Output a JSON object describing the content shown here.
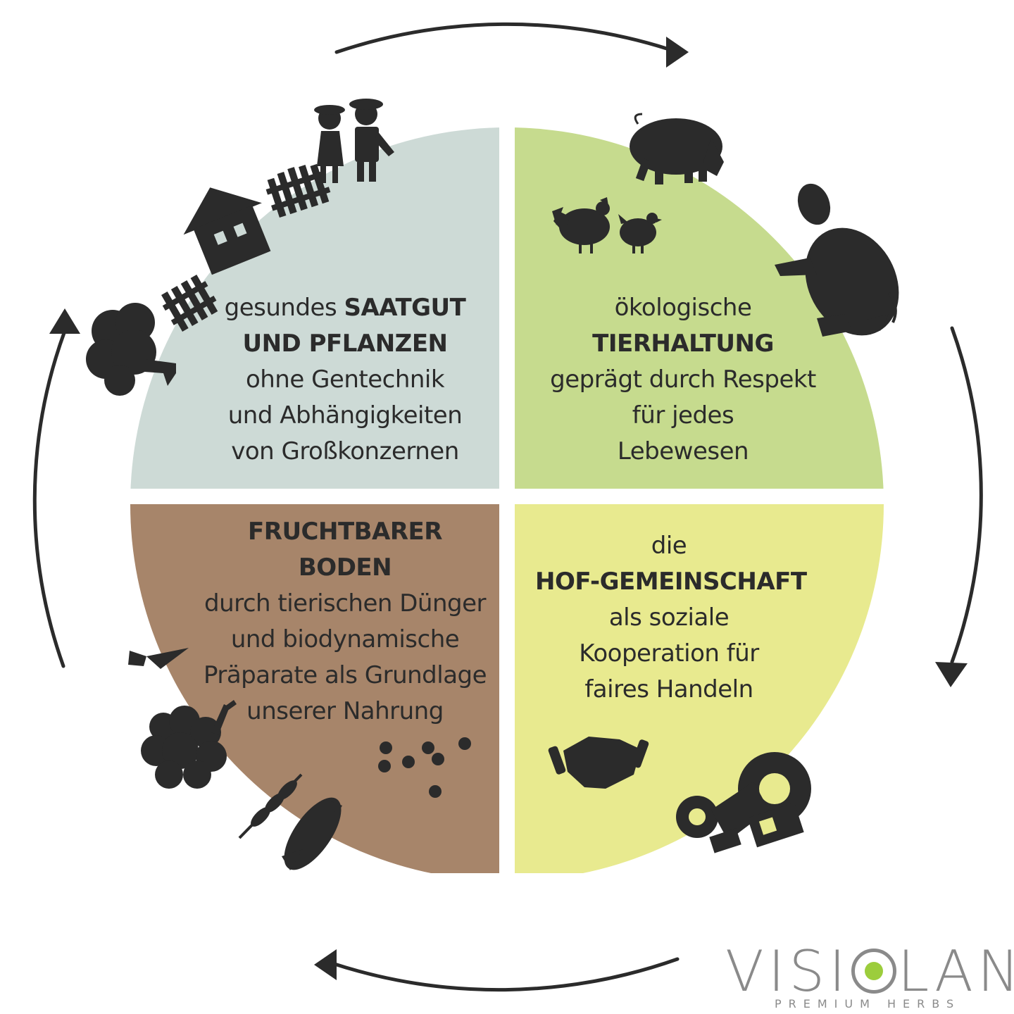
{
  "colors": {
    "q1_fill": "#cddad6",
    "q2_fill": "#c6db8e",
    "q3_fill": "#a7856a",
    "q4_fill": "#e8ea8f",
    "ink": "#2b2b2b",
    "logo_grey": "#8a8a8a",
    "logo_green": "#9ccd3c"
  },
  "quadrants": [
    {
      "id": "q1",
      "lines": [
        {
          "pre": "gesundes ",
          "bold": "SAATGUT"
        },
        {
          "pre": "",
          "bold": "UND PFLANZEN"
        },
        {
          "pre": "ohne Gentechnik",
          "bold": ""
        },
        {
          "pre": "und Abhängigkeiten",
          "bold": ""
        },
        {
          "pre": "von Großkonzernen",
          "bold": ""
        }
      ],
      "icons": [
        "tree-icon",
        "fence-icon",
        "farmhouse-icon",
        "fence-icon",
        "farmer-couple-icon"
      ]
    },
    {
      "id": "q2",
      "lines": [
        {
          "pre": "ökologische",
          "bold": ""
        },
        {
          "pre": "",
          "bold": "TIERHALTUNG"
        },
        {
          "pre": "geprägt durch Respekt",
          "bold": ""
        },
        {
          "pre": "für jedes",
          "bold": ""
        },
        {
          "pre": "Lebewesen",
          "bold": ""
        }
      ],
      "icons": [
        "pig-icon",
        "rooster-icon",
        "hen-icon",
        "cow-icon"
      ]
    },
    {
      "id": "q3",
      "lines": [
        {
          "pre": "",
          "bold": "FRUCHTBARER"
        },
        {
          "pre": "",
          "bold": "BODEN"
        },
        {
          "pre": "durch tierischen Dünger",
          "bold": ""
        },
        {
          "pre": "und biodynamische",
          "bold": ""
        },
        {
          "pre": "Präparate als Grundlage",
          "bold": ""
        },
        {
          "pre": "unserer Nahrung",
          "bold": ""
        }
      ],
      "icons": [
        "carrot-icon",
        "root-tree-icon",
        "wheat-icon",
        "corn-icon",
        "seeds-icon"
      ]
    },
    {
      "id": "q4",
      "lines": [
        {
          "pre": "die",
          "bold": ""
        },
        {
          "pre": "",
          "bold": "HOF-GEMEINSCHAFT"
        },
        {
          "pre": "als soziale",
          "bold": ""
        },
        {
          "pre": "Kooperation für",
          "bold": ""
        },
        {
          "pre": "faires Handeln",
          "bold": ""
        }
      ],
      "icons": [
        "handshake-icon",
        "tractor-icon"
      ]
    }
  ],
  "logo": {
    "word_a": "VISI",
    "word_b": "LAN",
    "subtitle": "PREMIUM HERBS"
  }
}
